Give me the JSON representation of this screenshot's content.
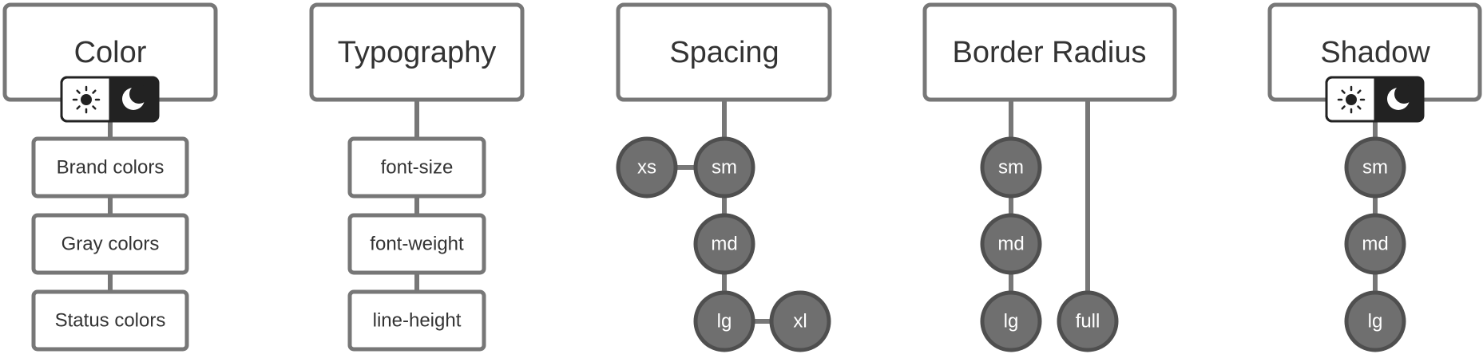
{
  "headers": {
    "color": "Color",
    "typography": "Typography",
    "spacing": "Spacing",
    "border_radius": "Border Radius",
    "shadow": "Shadow"
  },
  "color_items": [
    "Brand colors",
    "Gray colors",
    "Status colors"
  ],
  "typography_items": [
    "font-size",
    "font-weight",
    "line-height"
  ],
  "spacing_nodes": {
    "xs": "xs",
    "sm": "sm",
    "md": "md",
    "lg": "lg",
    "xl": "xl"
  },
  "border_radius_nodes": {
    "sm": "sm",
    "md": "md",
    "lg": "lg",
    "full": "full"
  },
  "shadow_nodes": {
    "sm": "sm",
    "md": "md",
    "lg": "lg"
  },
  "theme_toggle": {
    "icons": [
      "sun-icon",
      "moon-icon"
    ]
  },
  "colors": {
    "stroke": "#777777",
    "node_fill": "#6f6f6f",
    "node_stroke": "#4f4f4f",
    "text": "#333333",
    "toggle_dark": "#222222"
  }
}
